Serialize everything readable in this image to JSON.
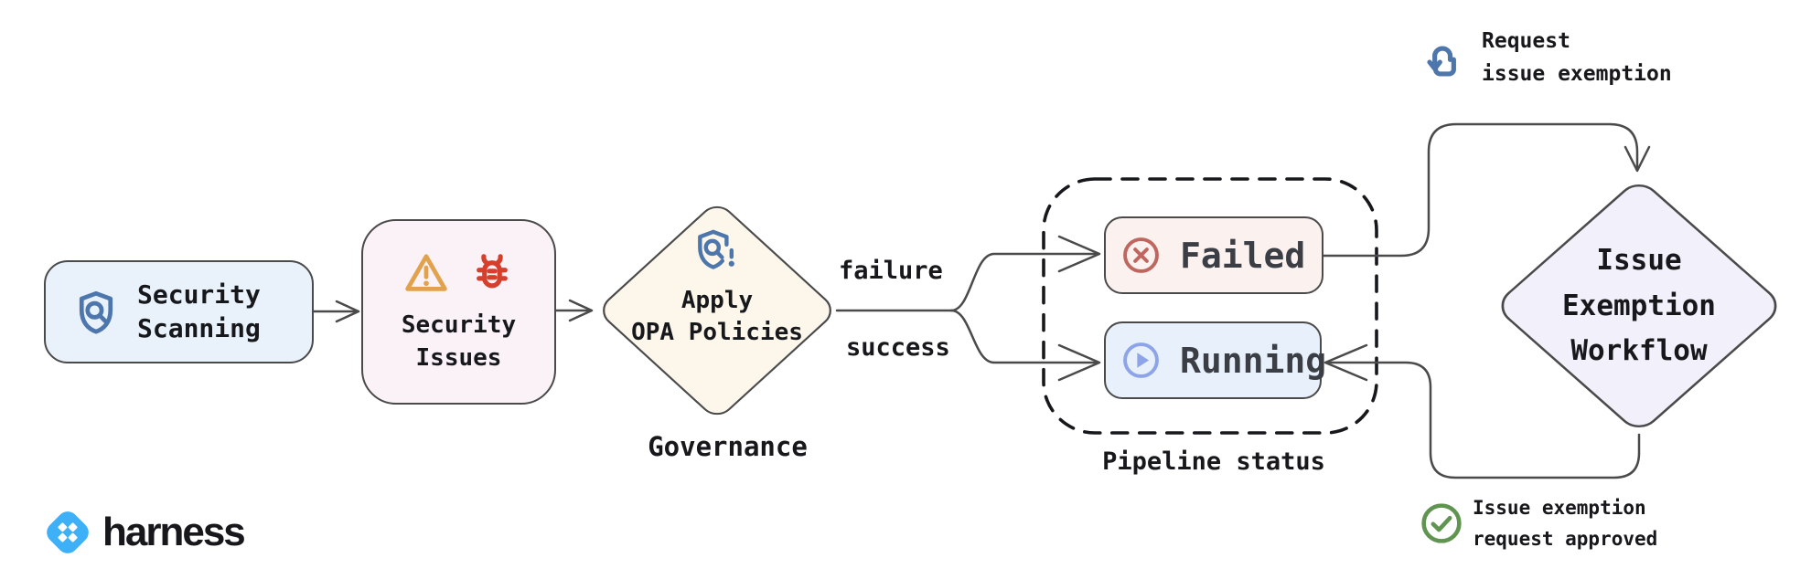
{
  "nodes": {
    "security_scanning": {
      "label": "Security\nScanning"
    },
    "security_issues": {
      "label": "Security\nIssues"
    },
    "apply_opa_policies": {
      "label": "Apply\nOPA Policies",
      "caption": "Governance"
    },
    "failed": {
      "label": "Failed"
    },
    "running": {
      "label": "Running"
    },
    "pipeline_status": {
      "caption": "Pipeline status"
    },
    "issue_exemption_workflow": {
      "label": "Issue\nExemption\nWorkflow"
    }
  },
  "edge_labels": {
    "failure": "failure",
    "success": "success"
  },
  "annotations": {
    "request_exemption": "Request\nissue exemption",
    "approved": "Issue exemption\nrequest approved"
  },
  "branding": {
    "name": "harness"
  },
  "colors": {
    "canvas_bg": "#ffffff",
    "line": "#4a4a4a",
    "text_dark": "#17181c",
    "text_status": "#3b3f45",
    "scanning_fill": "#e9f2fb",
    "issues_fill": "#fbf2f7",
    "opa_fill": "#fdf6ea",
    "failed_fill": "#fbf1ef",
    "running_fill": "#e8f1fb",
    "exemption_fill": "#f2f0fb",
    "shield_blue": "#4d76ad",
    "warning_orange": "#e2a24d",
    "bug_red": "#d5402c",
    "failed_icon_red": "#c0665f",
    "running_icon_blue": "#8da4e8",
    "check_green": "#5f9551",
    "tap_icon_blue": "#4d76ad",
    "harness_blue": "#3eb0f7",
    "dash": "#17181c"
  }
}
